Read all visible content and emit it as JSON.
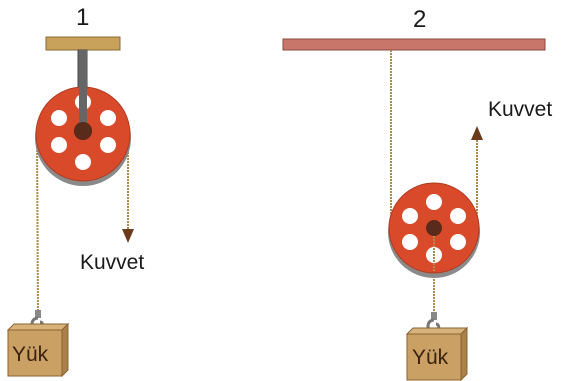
{
  "diagram": {
    "figures": [
      {
        "number": "1",
        "pulley_type": "fixed",
        "force_label": "Kuvvet",
        "force_direction": "down",
        "load_label": "Yük"
      },
      {
        "number": "2",
        "pulley_type": "movable",
        "force_label": "Kuvvet",
        "force_direction": "up",
        "load_label": "Yük"
      }
    ],
    "colors": {
      "pulley": "#d94a2a",
      "pulley_rim": "#7a7a7a",
      "hub": "#5a2a1a",
      "rope": "#b08a4a",
      "ceiling_1": "#c8a25a",
      "ceiling_2": "#c8766a",
      "axle_bar": "#666666",
      "crate": "#caa064",
      "arrow": "#6b3a1a"
    }
  }
}
